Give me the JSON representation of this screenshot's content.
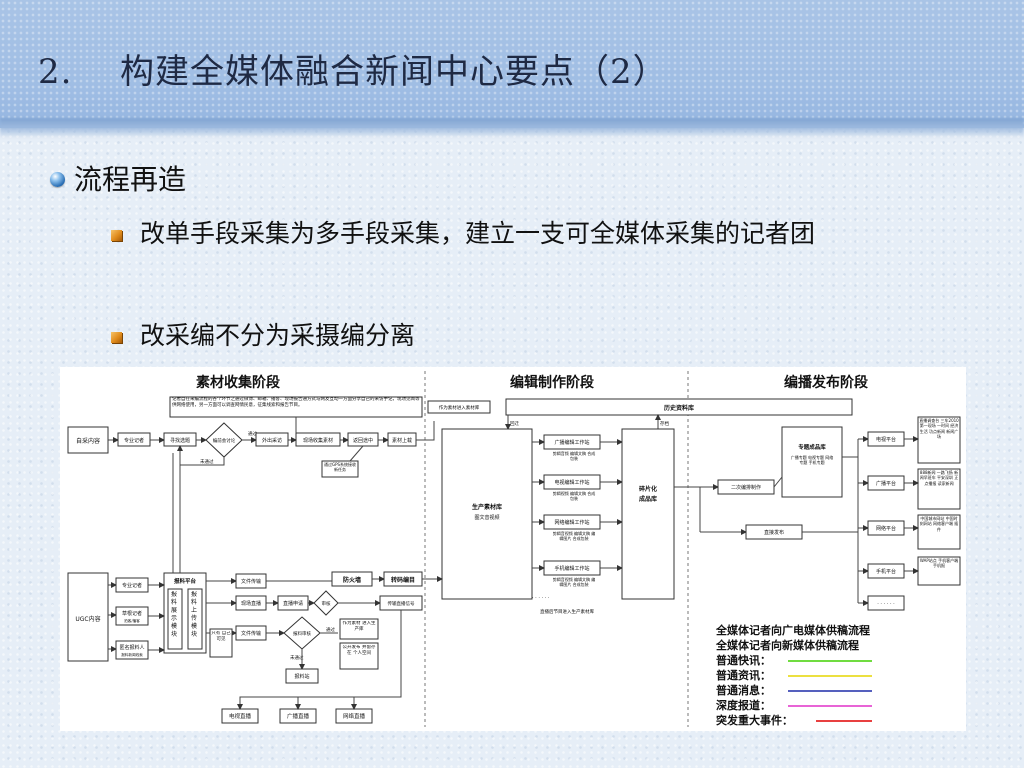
{
  "slide": {
    "title_num": "2.",
    "title_text": "构建全媒体融合新闻中心要点（2）",
    "bullet": "流程再造",
    "sub1": "改单手段采集为多手段采集，建立一支可全媒体采集的记者团",
    "sub2": "改采编不分为采摄编分离"
  },
  "diagram": {
    "stages": [
      "素材收集阶段",
      "编辑制作阶段",
      "编播发布阶段"
    ],
    "top_note": "记者自在采编流程的各个环节之通过微博、邮箱、播客、现场报告通方式与网友互动一方面分享自己的采访手记，现场见闻等供网络使用，另一方面可以调查网情民意，征集线索和报告节目。",
    "nodes": {
      "self_media": "自采内容",
      "pro_reporter": "专业记者",
      "topic": "寻找选题",
      "editorial_meeting": "编前会讨论",
      "pass": "通过",
      "not_pass": "未通过",
      "interview": "外出采访",
      "field_capture": "现场收集素材",
      "return_trip": "返回途中",
      "upload": "素材上载",
      "gps_note": "通过GPS系统接收新任务",
      "to_library": "作为素材进入素材库",
      "history_lib": "历史资料库",
      "recall": "回迁",
      "archive": "存档",
      "production_lib": "生产素材库",
      "production_lib_sub": "图文音视频",
      "fragment_lib_1": "碎片化",
      "fragment_lib_2": "成品库",
      "radio_ws": "广播编辑工作站",
      "radio_ws_items": "剪辑音频 编辑文稿 合成包装",
      "tv_ws": "电视编辑工作站",
      "tv_ws_items": "剪辑视频 编辑文稿 合成包装",
      "web_ws": "网络编辑工作站",
      "web_ws_items": "剪辑音视频 编辑文稿 编辑图片 合成包装",
      "mobile_ws": "手机编辑工作站",
      "mobile_ws_items": "剪辑音视频 编辑文稿 编辑图片 合成包装",
      "live_note": "直播后节目进入生产素材库",
      "dots": "· · · · · ·",
      "feature_lib": "专题成品库",
      "feature_items": "广播专题 电视专题 网络专题 手机专题",
      "secondary_edit": "二次编排制作",
      "live_publish": "直接发布",
      "tv_platform": "电视平台",
      "radio_platform": "广播平台",
      "web_platform": "网络平台",
      "mobile_platform": "手机平台",
      "tv_desc": "直播调查台 三车2010 第一现场 一时间 经济生活 功点新闻 新闻广场",
      "radio_desc": "888新闻 一路飞扬 新闻早班车 平安深圳 正点播报 读家新闻",
      "web_desc": "中国城市网站 中国时刻网站 网络客户端 插件",
      "mobile_desc": "WAP站点 手机客户端 手机报",
      "platform_dots": "· · · · · ·",
      "ugc": "UGC内容",
      "pro_reporter_2": "专业记者",
      "grassroots": "草根记者",
      "grassroots_sub": "拍客/播客",
      "anon_reporter": "匿名报料人",
      "anon_sub": "报料新闻线索",
      "tipoff_platform": "报料平台",
      "tip_display": "报料展示模块",
      "tip_upload": "报料上传模块",
      "file_transfer": "文件传输",
      "field_live": "现场直播",
      "live_apply": "直播申请",
      "review": "审核",
      "firewall": "防火墙",
      "transcode": "转码编目",
      "live_signal": "传输直播信号",
      "file_transfer_2": "文件传输",
      "tip_review": "报料审核",
      "as_material": "作为素材 进入生产库",
      "only_self": "只有 自己 可见",
      "public_release": "公开发布 并留存在 个人空间",
      "not_pass_2": "未通过",
      "pass_2": "通过",
      "tip_station": "报料站",
      "tv_live": "电视直播",
      "radio_live": "广播直播",
      "web_live": "网络直播"
    },
    "legend": [
      {
        "text": "全媒体记者向广电媒体供稿流程",
        "color": "#21b7d0",
        "line": ""
      },
      {
        "text": "全媒体记者向新媒体供稿流程",
        "color": "#000000",
        "line": ""
      },
      {
        "text": "普通快讯：",
        "color": "#40d000",
        "line": "#40d000"
      },
      {
        "text": "普通资讯：",
        "color": "#e6d600",
        "line": "#e6d600"
      },
      {
        "text": "普通消息：",
        "color": "#1d2ba8",
        "line": "#1d2ba8"
      },
      {
        "text": "深度报道：",
        "color": "#e030c8",
        "line": "#e030c8"
      },
      {
        "text": "突发重大事件：",
        "color": "#e00000",
        "line": "#e00000"
      }
    ]
  }
}
